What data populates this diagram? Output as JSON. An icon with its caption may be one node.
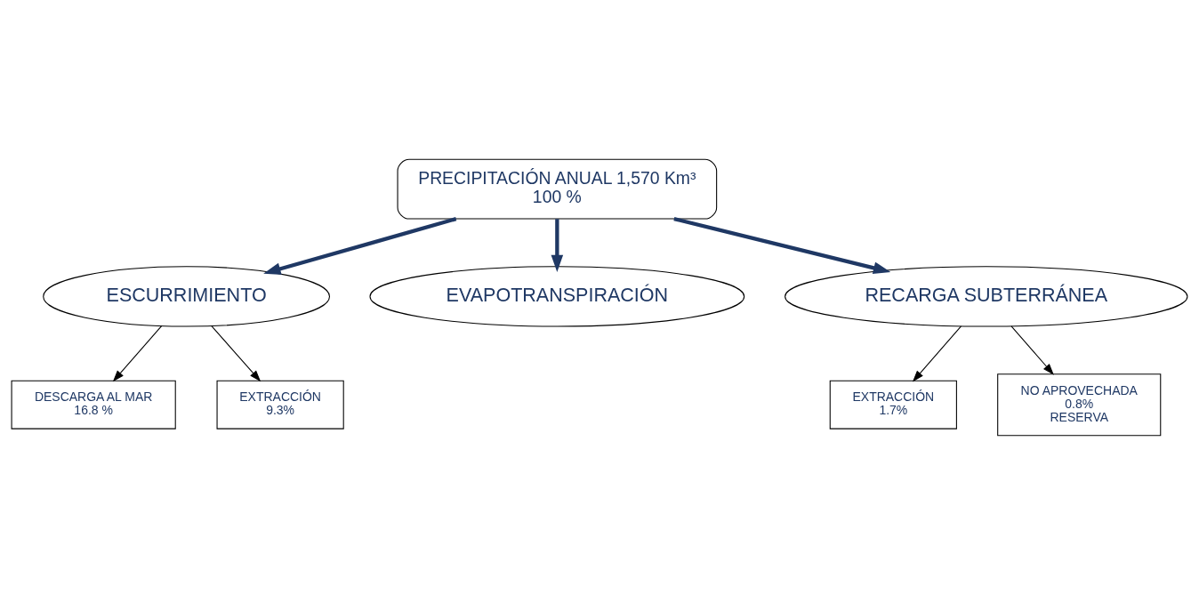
{
  "diagram": {
    "nodes": [
      {
        "text": [
          "PRECIPITACIÓN ANUAL 1,570 Km³",
          "100 %"
        ]
      },
      {
        "text": [
          "ESCURRIMIENTO"
        ]
      },
      {
        "text": [
          "EVAPOTRANSPIRACIÓN"
        ]
      },
      {
        "text": [
          "RECARGA SUBTERRÁNEA"
        ]
      },
      {
        "text": [
          "DESCARGA AL MAR",
          "16.8 %"
        ]
      },
      {
        "text": [
          "EXTRACCIÓN",
          "9.3%"
        ]
      },
      {
        "text": [
          "EXTRACCIÓN",
          "1.7%"
        ]
      },
      {
        "text": [
          "NO APROVECHADA",
          "0.8%",
          "RESERVA"
        ]
      }
    ],
    "edges": [
      {
        "from": 0,
        "to": 1,
        "arrow": "to",
        "style": "thick",
        "color": "#1f3864"
      },
      {
        "from": 0,
        "to": 2,
        "arrow": "to",
        "style": "thick",
        "color": "#1f3864"
      },
      {
        "from": 0,
        "to": 3,
        "arrow": "to",
        "style": "thick",
        "color": "#1f3864"
      },
      {
        "from": 1,
        "to": 4,
        "arrow": "to"
      },
      {
        "from": 1,
        "to": 5,
        "arrow": "to"
      },
      {
        "from": 3,
        "to": 6,
        "arrow": "to"
      },
      {
        "from": 3,
        "to": 7,
        "arrow": "to"
      }
    ]
  }
}
